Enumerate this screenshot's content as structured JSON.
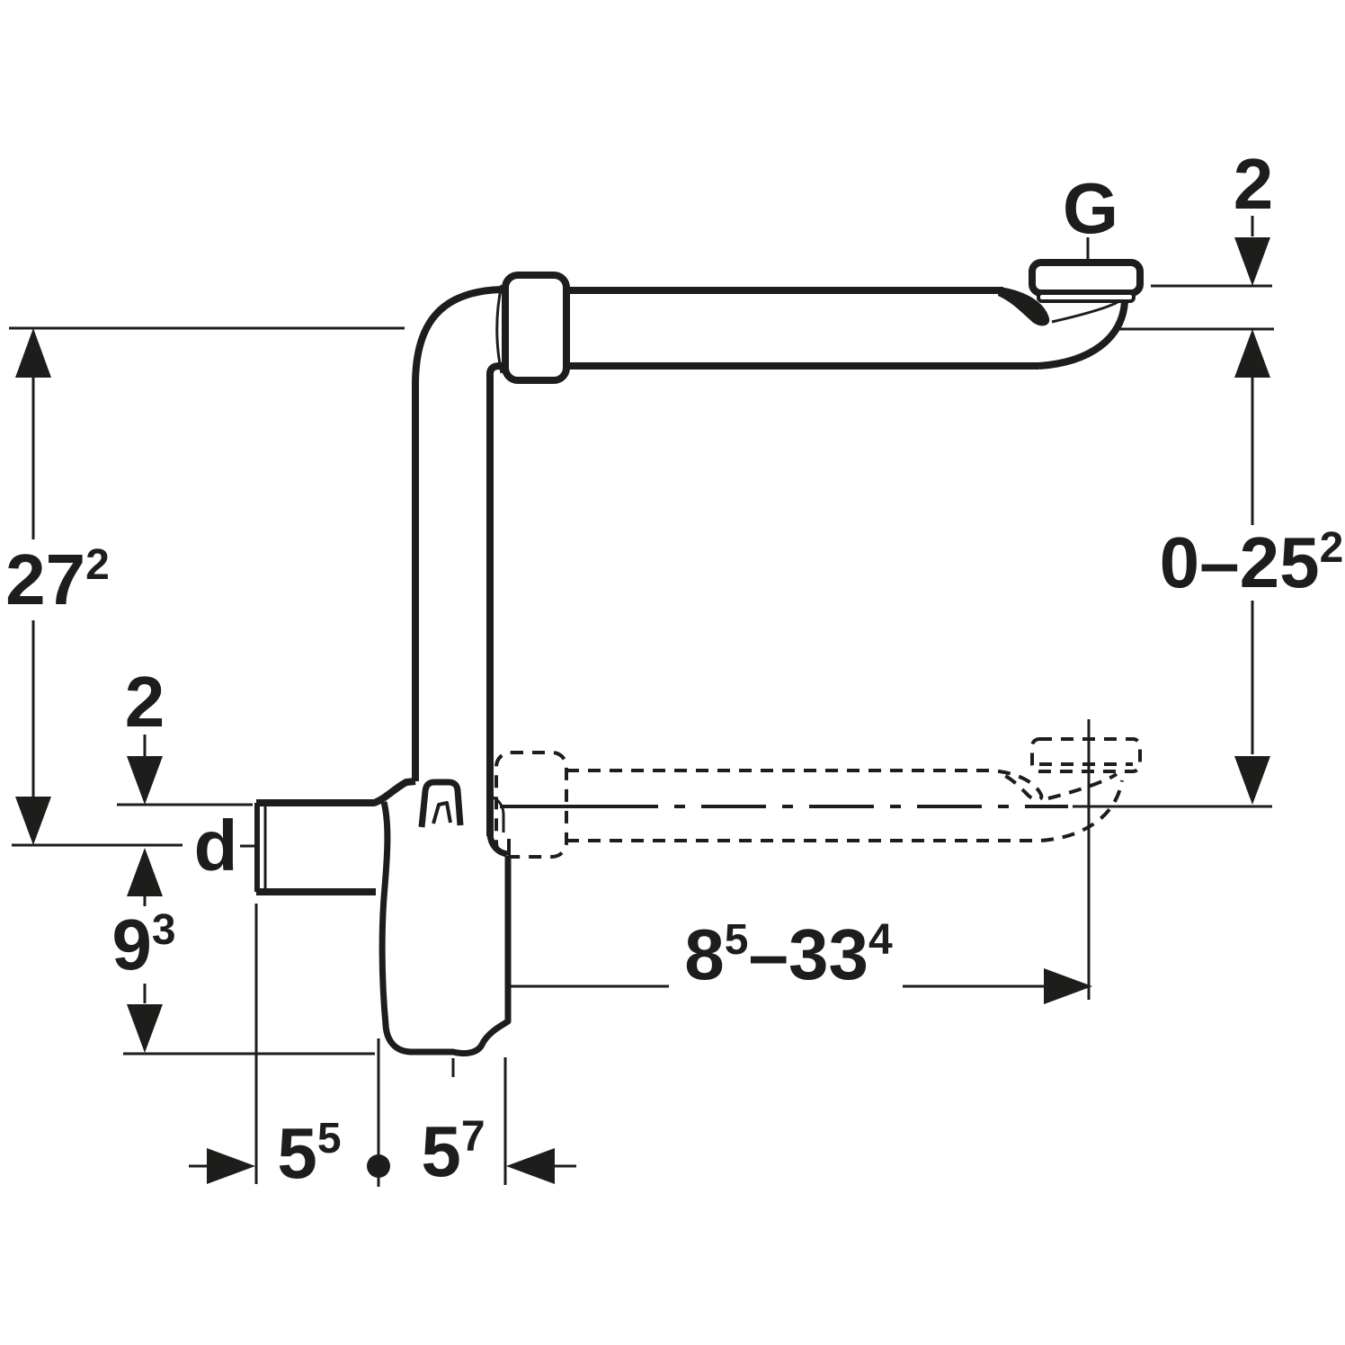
{
  "drawing": {
    "kind": "technical-dimension-drawing",
    "subject": "space-saving bottle trap with swivel outlet",
    "ink_color": "#1d1d1b",
    "labels": {
      "g_connection": "G",
      "diameter": "d"
    },
    "dims": {
      "top_offset": "2",
      "total_height": {
        "v": "27",
        "s": "2"
      },
      "outlet_drop_range": {
        "v": "0–25",
        "s": "2"
      },
      "inlet_offset": "2",
      "inlet_depth": {
        "v": "9",
        "s": "3"
      },
      "outlet_length_range": {
        "v1": "8",
        "s1": "5",
        "v2": "–33",
        "s2": "4"
      },
      "width_left": {
        "v": "5",
        "s": "5"
      },
      "width_right": {
        "v": "5",
        "s": "7"
      }
    }
  }
}
